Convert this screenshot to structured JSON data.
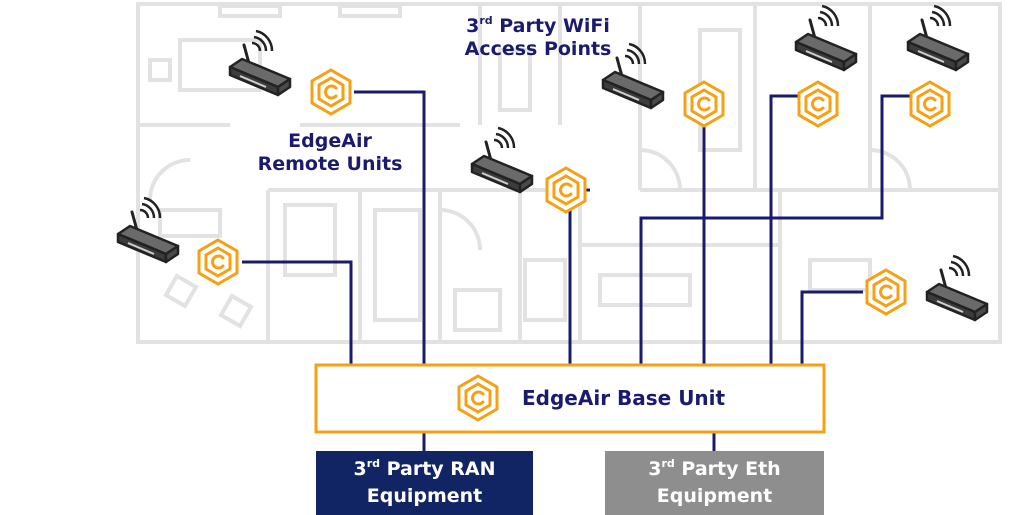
{
  "labels": {
    "wifi": {
      "sup": "rd",
      "line1_pre": "3",
      "line1_post": " Party WiFi",
      "line2": "Access Points"
    },
    "remote": {
      "line1": "EdgeAir",
      "line2": "Remote Units"
    }
  },
  "base_unit": {
    "label": "EdgeAir Base Unit"
  },
  "ran_box": {
    "pre": "3",
    "sup": "rd",
    "post": " Party RAN",
    "line2": "Equipment"
  },
  "eth_box": {
    "pre": "3",
    "sup": "rd",
    "post": " Party Eth",
    "line2": "Equipment"
  },
  "colors": {
    "link": "#1b1b6e",
    "accent": "#f5a015",
    "ran_box": "#112463",
    "eth_box": "#8e8e8e",
    "floorplan": "#e2e2e2"
  },
  "icons": [
    "wifi-router-icon",
    "edgeair-logo-icon"
  ]
}
